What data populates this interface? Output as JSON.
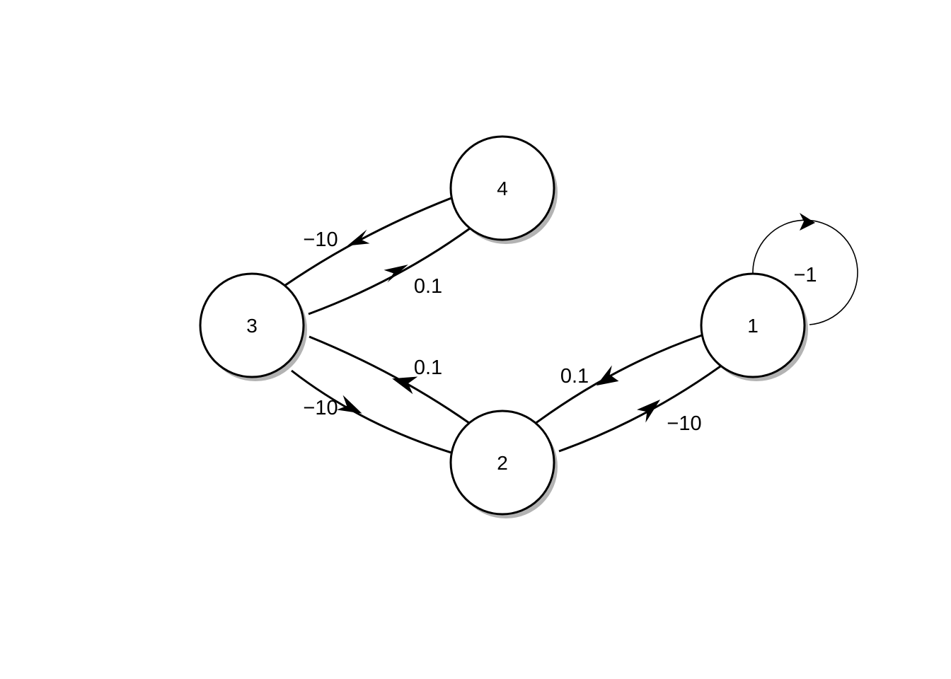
{
  "diagram": {
    "nodes": [
      {
        "id": "1",
        "label": "1"
      },
      {
        "id": "2",
        "label": "2"
      },
      {
        "id": "3",
        "label": "3"
      },
      {
        "id": "4",
        "label": "4"
      }
    ],
    "edges": [
      {
        "from": "4",
        "to": "3",
        "label": "−10"
      },
      {
        "from": "3",
        "to": "4",
        "label": "0.1"
      },
      {
        "from": "2",
        "to": "3",
        "label": "0.1"
      },
      {
        "from": "3",
        "to": "2",
        "label": "−10"
      },
      {
        "from": "1",
        "to": "2",
        "label": "0.1"
      },
      {
        "from": "2",
        "to": "1",
        "label": "−10"
      },
      {
        "from": "1",
        "to": "1",
        "label": "−1"
      }
    ]
  }
}
